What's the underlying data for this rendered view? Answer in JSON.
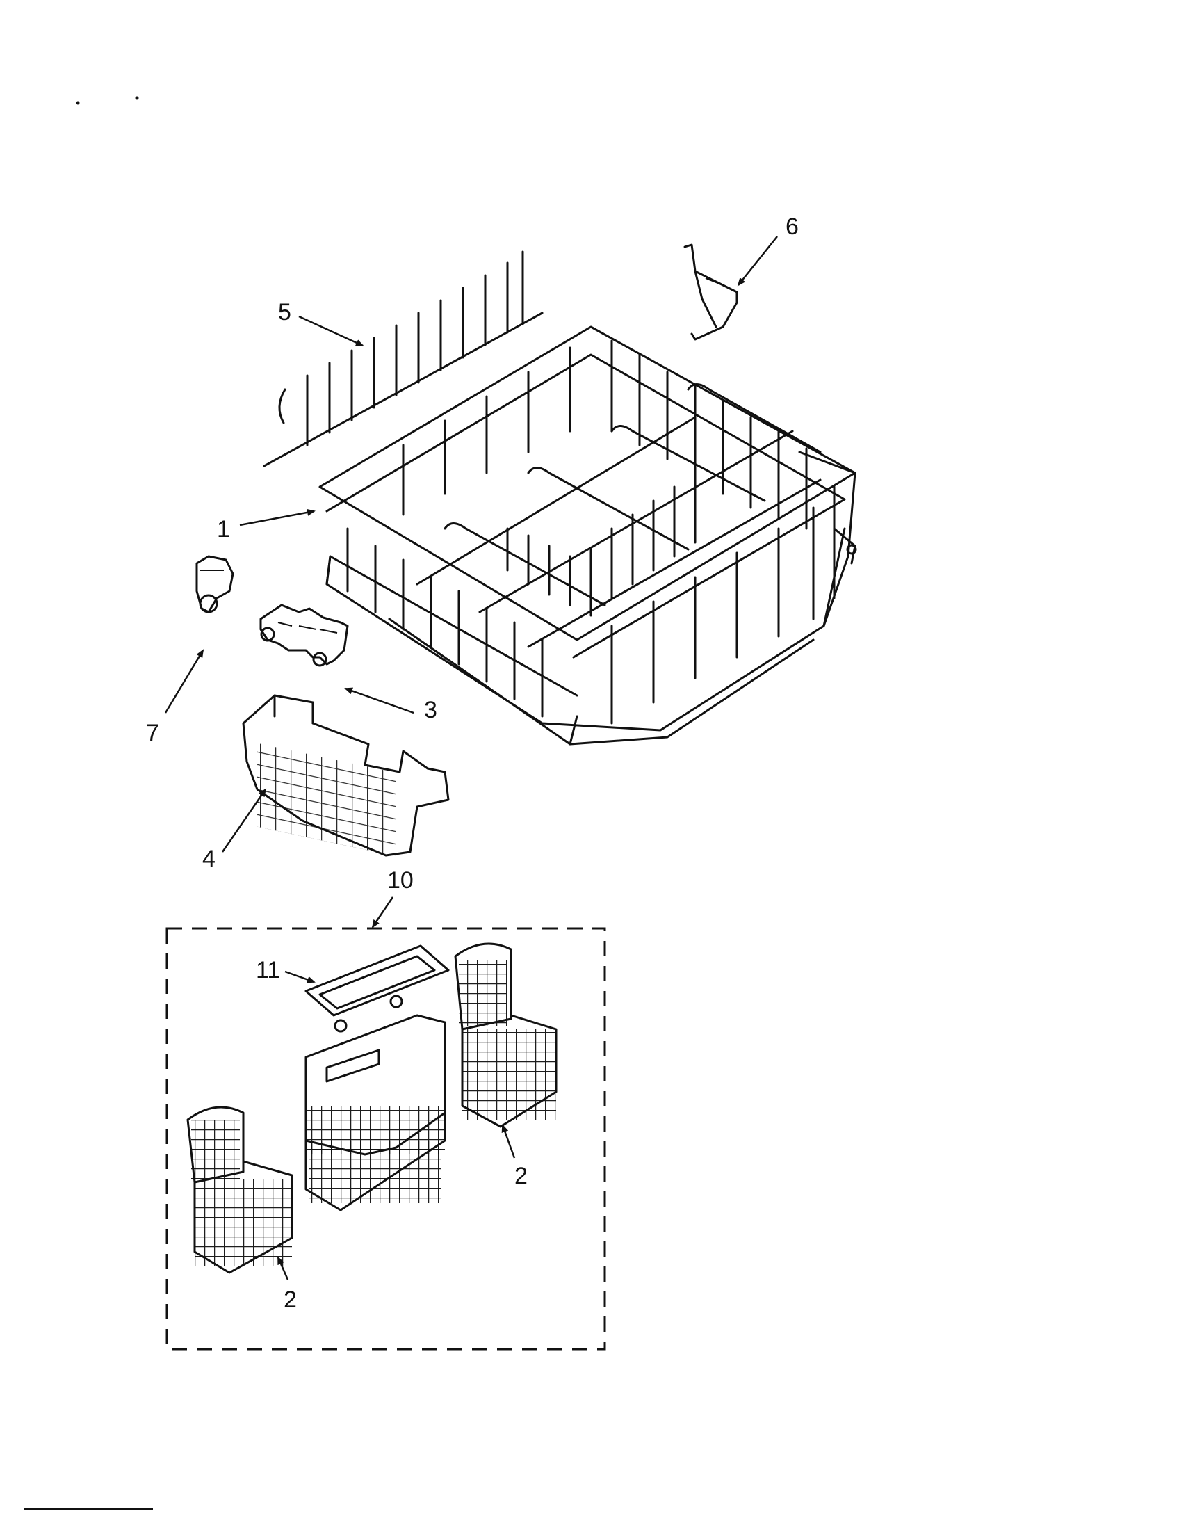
{
  "callouts": {
    "c1": "1",
    "c2a": "2",
    "c2b": "2",
    "c3": "3",
    "c4": "4",
    "c5": "5",
    "c6": "6",
    "c7": "7",
    "c10": "10",
    "c11": "11"
  }
}
